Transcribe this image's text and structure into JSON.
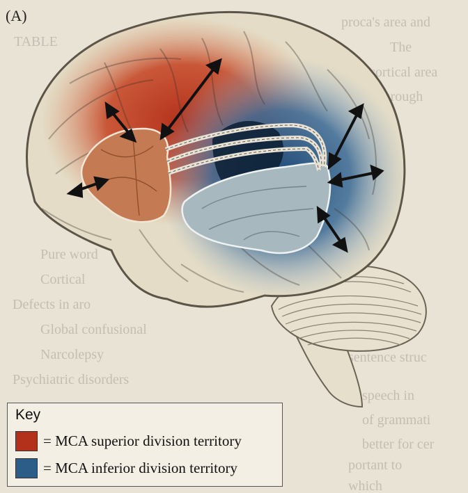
{
  "figure": {
    "panel_label": "(A)"
  },
  "key": {
    "title": "Key",
    "items": [
      {
        "label": "= MCA superior division territory",
        "color": "#b3301b"
      },
      {
        "label": "= MCA inferior division territory",
        "color": "#2c5d88"
      }
    ]
  },
  "colors": {
    "background_page": "#e9e3d6",
    "brain_tissue": "#e4dcc6",
    "superior_territory": "#b3301b",
    "inferior_territory": "#2c5d88",
    "brocas_area": "#c47a52",
    "wernickes_area": "#a7b9bf",
    "arrows": "#111111"
  },
  "background_text_lines": [
    "proca's area and",
    "The",
    "TABLE",
    "cortical area",
    "through",
    "Pure word",
    "Cortical",
    "Defects in aro",
    "Global confusional",
    "Narcolepsy",
    "Psychiatric disorders",
    "sentence struc",
    "speech in",
    "of grammati",
    "better for cer",
    "portant to",
    "which"
  ]
}
